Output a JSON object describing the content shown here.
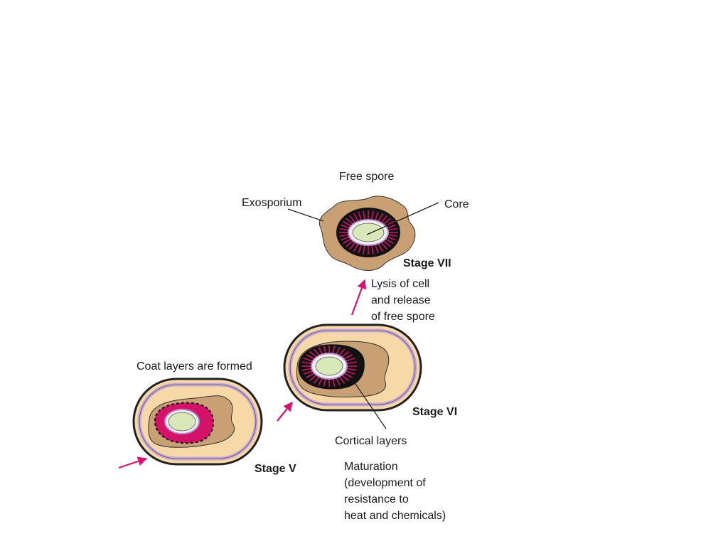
{
  "labels": {
    "free_spore": "Free spore",
    "exosporium": "Exosporium",
    "core": "Core",
    "stage_vii": "Stage VII",
    "lysis": [
      "Lysis of cell",
      "and release",
      "of free spore"
    ],
    "coat_layers": "Coat layers are formed",
    "stage_vi": "Stage VI",
    "cortical_layers": "Cortical layers",
    "stage_v": "Stage V",
    "maturation": [
      "Maturation",
      "(development of",
      "resistance to",
      "heat and chemicals)"
    ]
  },
  "colors": {
    "cell_fill": "#f6d9a6",
    "membrane_lilac": "#c8a7d8",
    "cytoplasm_brown": "#c8a074",
    "core_green": "#d8e8b8",
    "cortex_magenta": "#d4126a",
    "coat_black": "#111111",
    "arrow_magenta": "#d4146e",
    "outline": "#222222"
  }
}
